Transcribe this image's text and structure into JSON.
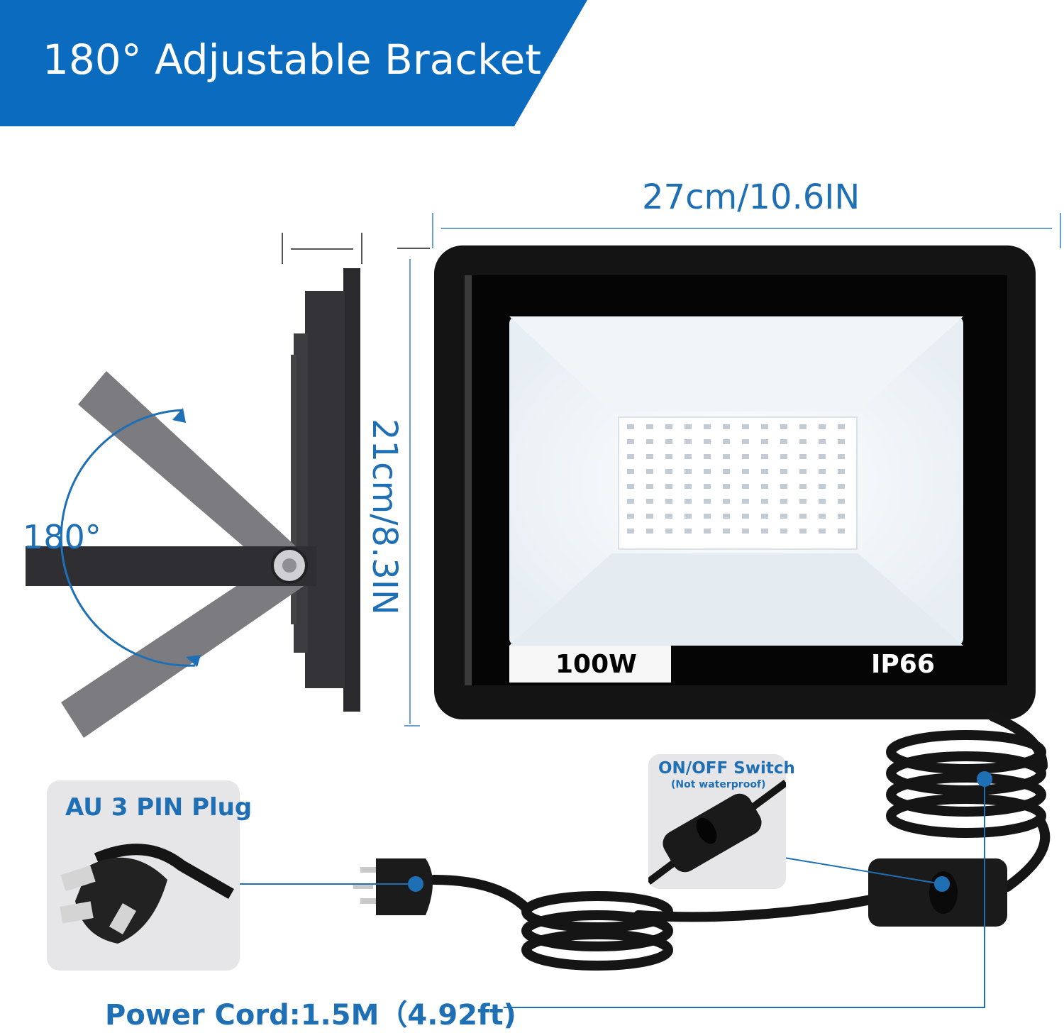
{
  "banner": {
    "title": "180° Adjustable Bracket",
    "color": "#0b6cbf"
  },
  "dimensions": {
    "width_label": "27cm/10.6IN",
    "height_label": "21cm/8.3IN"
  },
  "bracket": {
    "angle_label": "180°"
  },
  "light": {
    "wattage": "100W",
    "ip_rating": "IP66"
  },
  "plug": {
    "title": "AU 3 PIN Plug"
  },
  "switch": {
    "title": "ON/OFF Switch",
    "note": "(Not waterproof)"
  },
  "cord": {
    "label": "Power Cord:1.5M（4.92ft)"
  },
  "icons": [
    "floodlight-side-view",
    "floodlight-front-view",
    "au-plug-icon",
    "inline-switch-icon",
    "coiled-cable"
  ],
  "colors": {
    "accent": "#1f6fb5",
    "banner": "#0b6cbf",
    "body": "#111111"
  }
}
